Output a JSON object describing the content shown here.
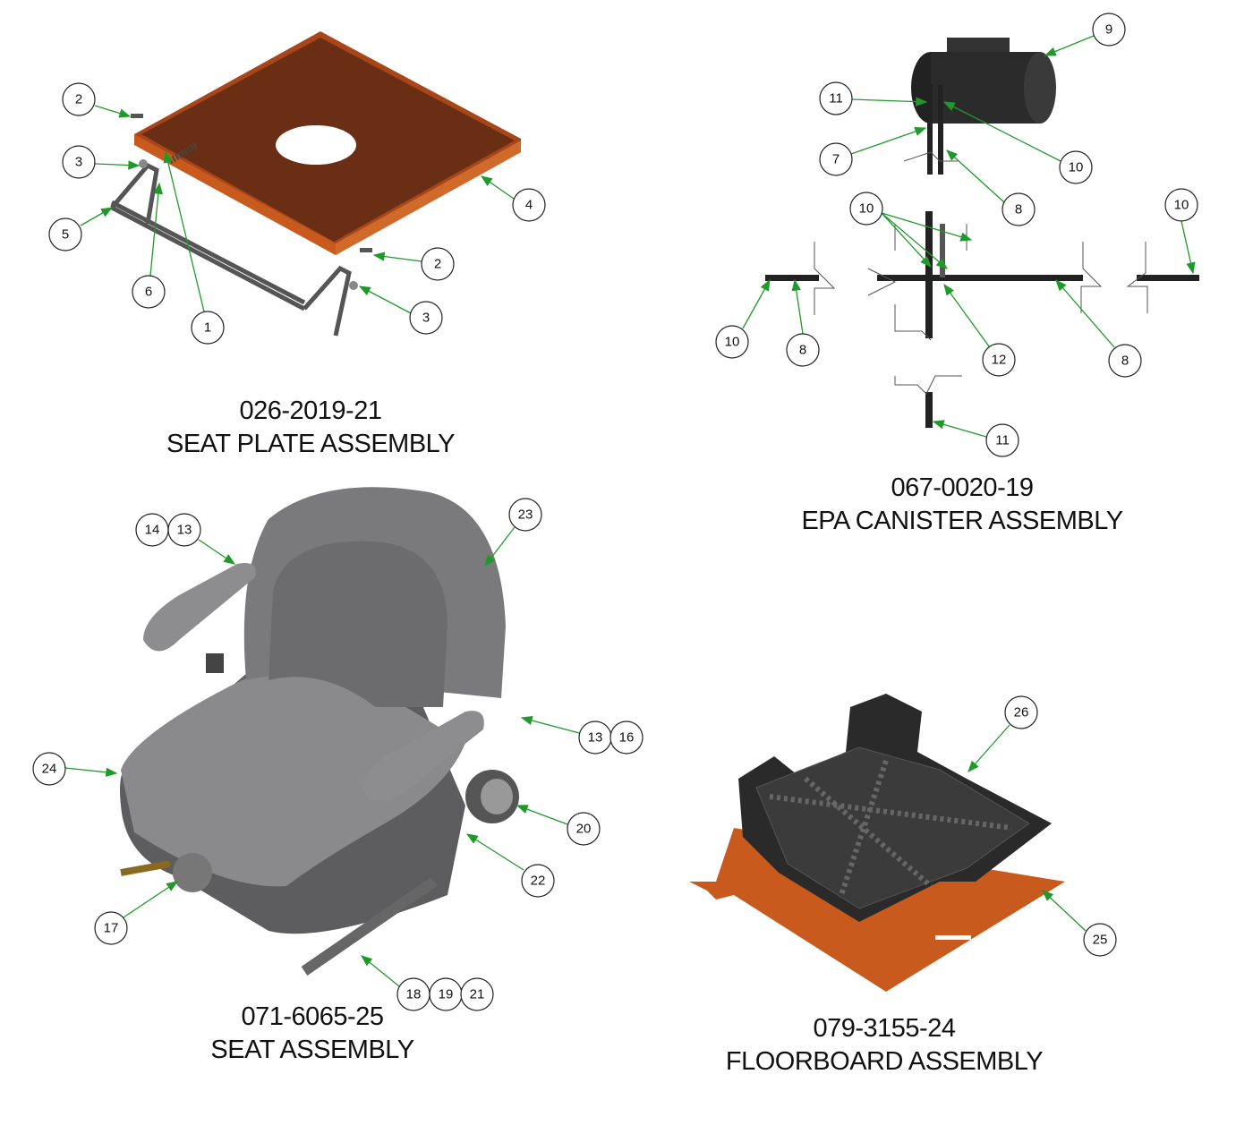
{
  "assemblies": [
    {
      "part_number": "026-2019-21",
      "name": "SEAT PLATE ASSEMBLY"
    },
    {
      "part_number": "067-0020-19",
      "name": "EPA CANISTER ASSEMBLY"
    },
    {
      "part_number": "071-6065-25",
      "name": "SEAT ASSEMBLY"
    },
    {
      "part_number": "079-3155-24",
      "name": "FLOORBOARD ASSEMBLY"
    }
  ],
  "callouts": {
    "seat_plate": [
      "2",
      "3",
      "5",
      "6",
      "1",
      "4",
      "2",
      "3"
    ],
    "epa": [
      "9",
      "11",
      "7",
      "10",
      "8",
      "10",
      "10",
      "10",
      "8",
      "12",
      "8",
      "11"
    ],
    "seat": [
      "14",
      "13",
      "23",
      "24",
      "13",
      "16",
      "20",
      "22",
      "17",
      "18",
      "19",
      "21"
    ],
    "floor": [
      "26",
      "25"
    ]
  },
  "colors": {
    "leader": "#1f9a2a",
    "plate": "#c85a1e",
    "seat": "#6e6e70",
    "mat": "#2a2a2a"
  }
}
